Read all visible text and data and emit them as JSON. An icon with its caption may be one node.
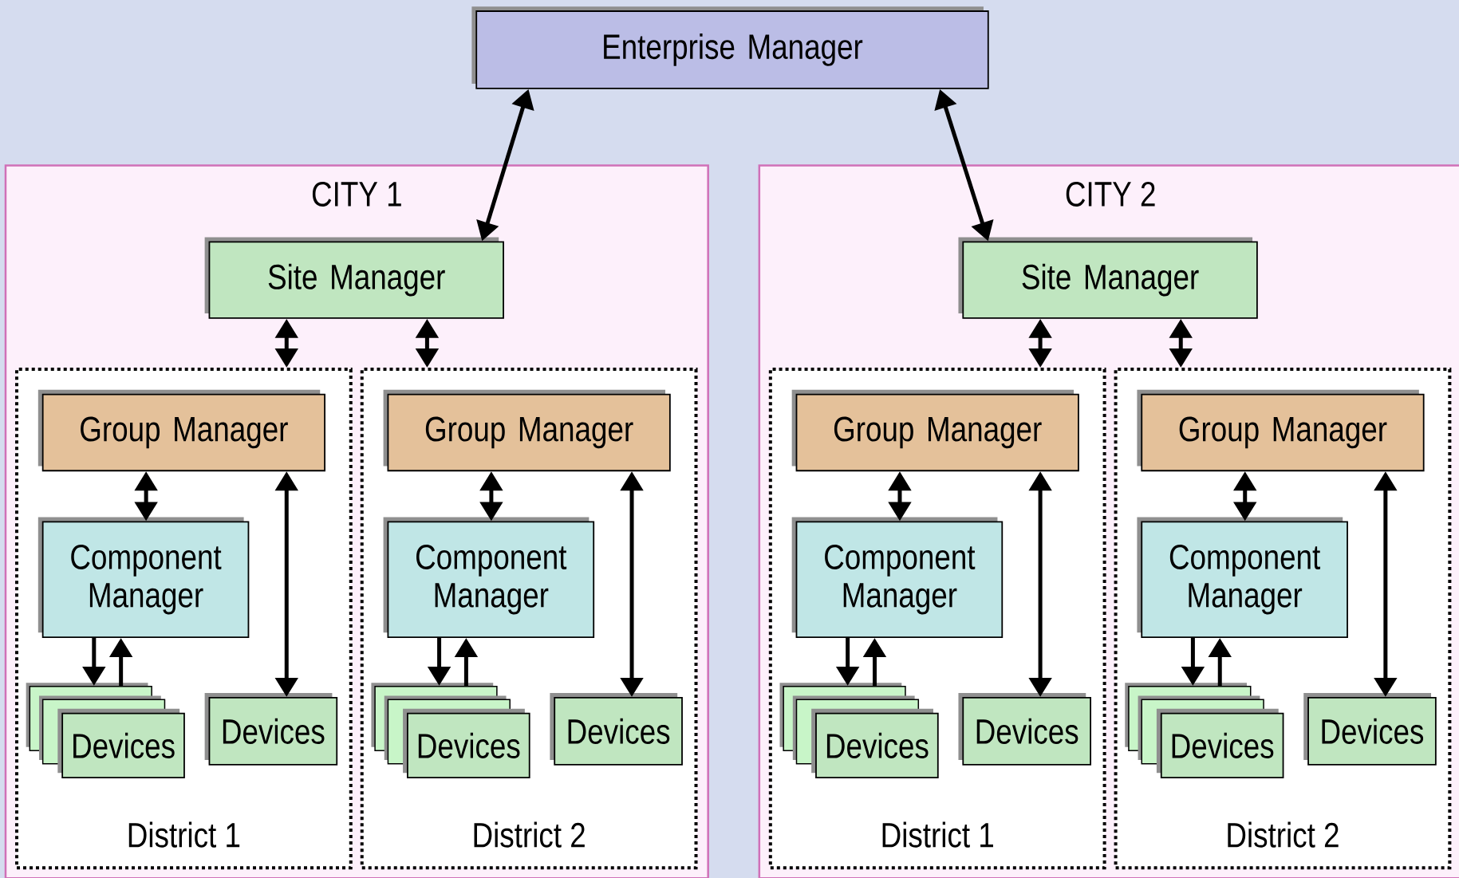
{
  "diagram": {
    "nodes": [
      {
        "text": [
          "Enterprise Manager"
        ]
      },
      {
        "text": [
          "CITY 1"
        ]
      },
      {
        "text": [
          "Site Manager"
        ],
        "in": 1
      },
      {
        "text": [
          "District 1"
        ],
        "in": 1
      },
      {
        "text": [
          "Group Manager"
        ],
        "in": 3
      },
      {
        "text": [
          "Component Manager"
        ],
        "in": 3
      },
      {
        "text": [
          "Devices"
        ],
        "in": 3
      },
      {
        "text": [
          "Devices"
        ],
        "in": 3
      },
      {
        "text": [
          "District 2"
        ],
        "in": 1
      },
      {
        "text": [
          "Group Manager"
        ],
        "in": 8
      },
      {
        "text": [
          "Component Manager"
        ],
        "in": 8
      },
      {
        "text": [
          "Devices"
        ],
        "in": 8
      },
      {
        "text": [
          "Devices"
        ],
        "in": 8
      },
      {
        "text": [
          "CITY 2"
        ]
      },
      {
        "text": [
          "Site Manager"
        ],
        "in": 13
      },
      {
        "text": [
          "District 1"
        ],
        "in": 13
      },
      {
        "text": [
          "Group Manager"
        ],
        "in": 15
      },
      {
        "text": [
          "Component Manager"
        ],
        "in": 15
      },
      {
        "text": [
          "Devices"
        ],
        "in": 15
      },
      {
        "text": [
          "Devices"
        ],
        "in": 15
      },
      {
        "text": [
          "District 2"
        ],
        "in": 13
      },
      {
        "text": [
          "Group Manager"
        ],
        "in": 20
      },
      {
        "text": [
          "Component Manager"
        ],
        "in": 20
      },
      {
        "text": [
          "Devices"
        ],
        "in": 20
      },
      {
        "text": [
          "Devices"
        ],
        "in": 20
      }
    ],
    "edges": [
      {
        "from": 0,
        "to": 2,
        "arrow": "both"
      },
      {
        "from": 2,
        "to": 3,
        "arrow": "both"
      },
      {
        "from": 4,
        "to": 5,
        "arrow": "both"
      },
      {
        "from": 5,
        "to": 6,
        "arrow": "to"
      },
      {
        "from": 6,
        "to": 5,
        "arrow": "to"
      },
      {
        "from": 4,
        "to": 7,
        "arrow": "both"
      },
      {
        "from": 2,
        "to": 8,
        "arrow": "both"
      },
      {
        "from": 9,
        "to": 10,
        "arrow": "both"
      },
      {
        "from": 10,
        "to": 11,
        "arrow": "to"
      },
      {
        "from": 11,
        "to": 10,
        "arrow": "to"
      },
      {
        "from": 9,
        "to": 12,
        "arrow": "both"
      },
      {
        "from": 0,
        "to": 14,
        "arrow": "both"
      },
      {
        "from": 14,
        "to": 15,
        "arrow": "both"
      },
      {
        "from": 16,
        "to": 17,
        "arrow": "both"
      },
      {
        "from": 17,
        "to": 18,
        "arrow": "to"
      },
      {
        "from": 18,
        "to": 17,
        "arrow": "to"
      },
      {
        "from": 16,
        "to": 19,
        "arrow": "both"
      },
      {
        "from": 14,
        "to": 20,
        "arrow": "both"
      },
      {
        "from": 21,
        "to": 22,
        "arrow": "both"
      },
      {
        "from": 22,
        "to": 23,
        "arrow": "to"
      },
      {
        "from": 23,
        "to": 22,
        "arrow": "to"
      },
      {
        "from": 21,
        "to": 24,
        "arrow": "both"
      }
    ]
  }
}
